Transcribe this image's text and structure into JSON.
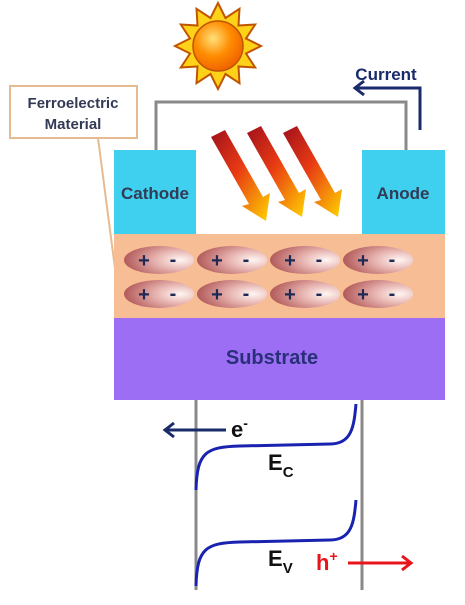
{
  "labels": {
    "ferroelectric_line1": "Ferroelectric",
    "ferroelectric_line2": "Material",
    "current": "Current",
    "cathode": "Cathode",
    "anode": "Anode",
    "substrate": "Substrate",
    "electron_base": "e",
    "electron_sup": "-",
    "ec_base": "E",
    "ec_sub": "C",
    "ev_base": "E",
    "ev_sub": "V",
    "hole_base": "h",
    "hole_sup": "+"
  },
  "dipole": {
    "plus": "+",
    "minus": "-"
  },
  "icons": {
    "sun": "sun-icon",
    "light_rays": "light-ray-arrows",
    "current_arrow": "arrow-left-icon",
    "electron_arrow": "arrow-left-icon",
    "hole_arrow": "arrow-right-icon"
  },
  "colors": {
    "electrode": "#3fd0f0",
    "ferroelectric_layer": "#f7be95",
    "substrate": "#9b6ef3",
    "band_line": "#1a22b0",
    "hole": "#e8141b",
    "electron_arrow": "#1a2a6b",
    "label_text": "#333a55",
    "circuit_wire": "#8a8a8a",
    "callout_border": "#e7bb92"
  }
}
